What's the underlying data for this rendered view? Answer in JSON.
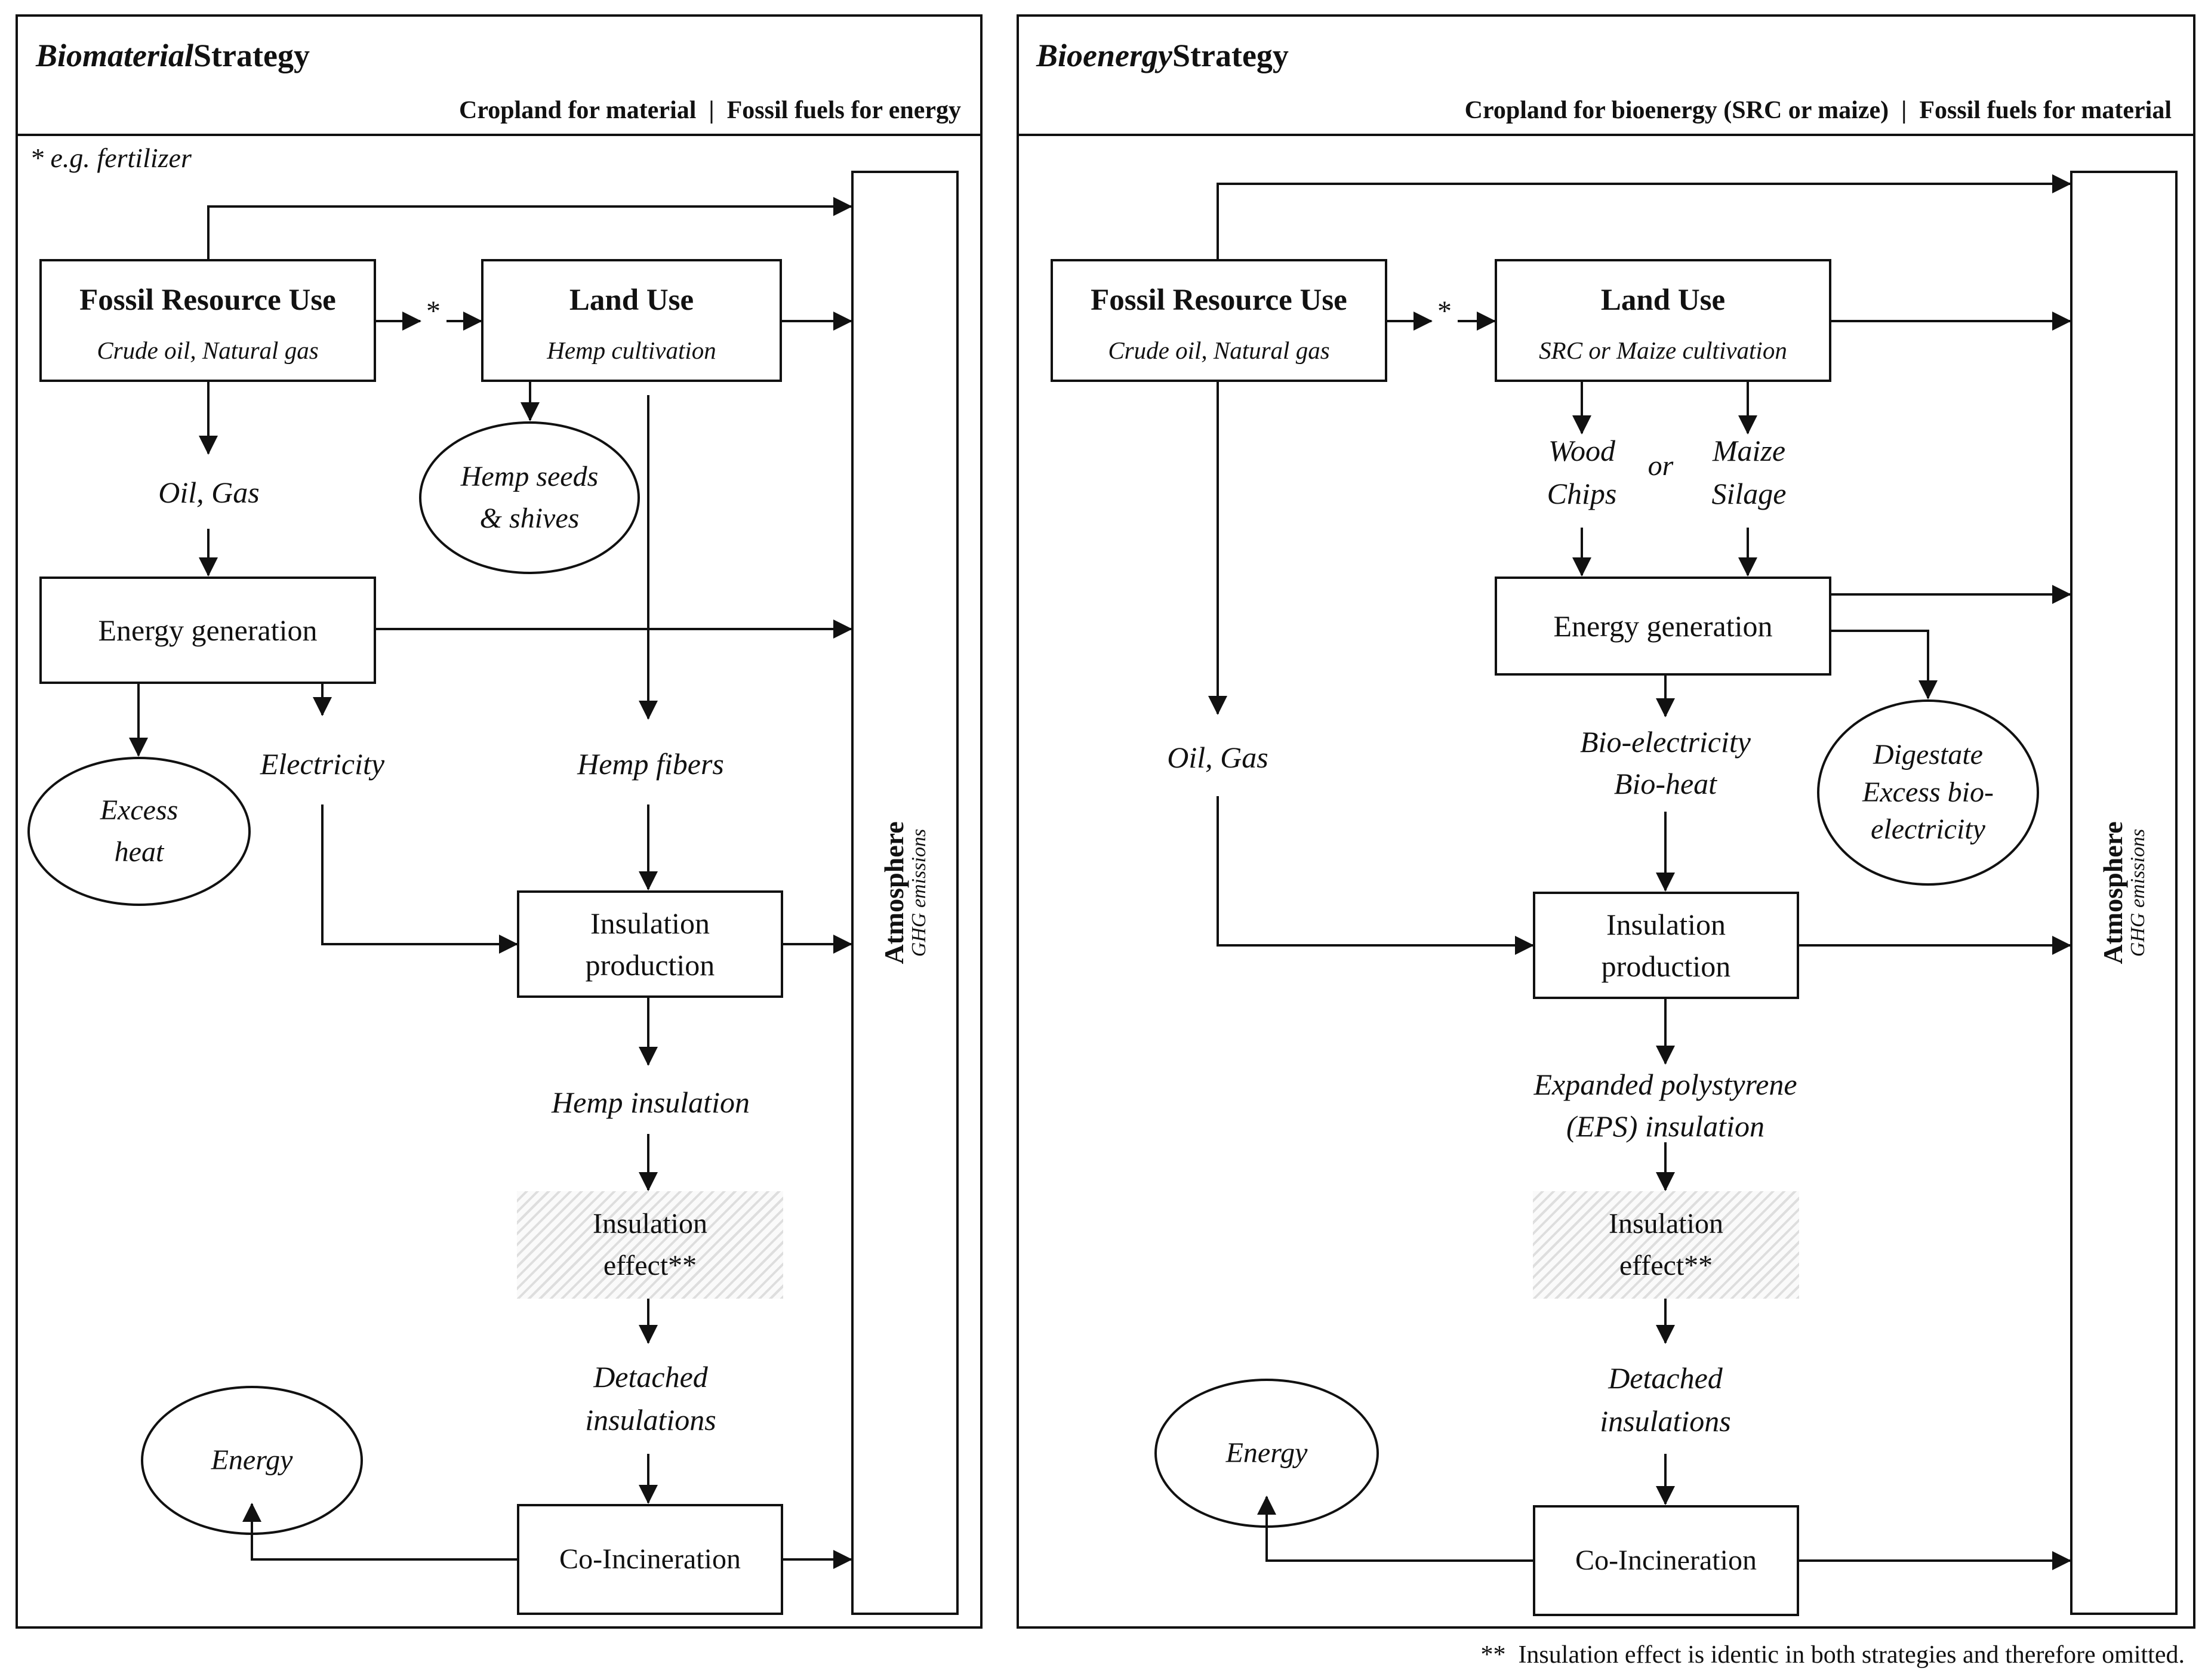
{
  "left": {
    "title_em": "Biomaterial",
    "title_rest": " Strategy",
    "subtitle": "Cropland for material  |  Fossil fuels for energy",
    "note": "* e.g. fertilizer",
    "fossil": {
      "title": "Fossil Resource Use",
      "sub": "Crude oil, Natural gas"
    },
    "star": "*",
    "land": {
      "title": "Land Use",
      "sub": "Hemp cultivation"
    },
    "oil_gas": "Oil, Gas",
    "hemp_seeds": "Hemp seeds\n& shives",
    "energy_gen": "Energy generation",
    "electricity": "Electricity",
    "hemp_fibers": "Hemp fibers",
    "excess_heat": "Excess\nheat",
    "insul_prod": "Insulation\nproduction",
    "hemp_insulation": "Hemp insulation",
    "insul_effect": "Insulation\neffect**",
    "detached": "Detached\ninsulations",
    "energy": "Energy",
    "coinc": "Co-Incineration",
    "atm_title": "Atmosphere",
    "atm_sub": "GHG emissions"
  },
  "right": {
    "title_em": "Bioenergy",
    "title_rest": " Strategy",
    "subtitle": "Cropland for bioenergy (SRC or maize)  |  Fossil fuels for material",
    "fossil": {
      "title": "Fossil Resource Use",
      "sub": "Crude oil, Natural gas"
    },
    "star": "*",
    "land": {
      "title": "Land Use",
      "sub": "SRC or Maize cultivation"
    },
    "wood_chips": "Wood\nChips",
    "or": "or",
    "maize_silage": "Maize\nSilage",
    "energy_gen": "Energy generation",
    "bio_elec": "Bio-electricity\nBio-heat",
    "digestate": "Digestate\nExcess bio-\nelectricity",
    "oil_gas": "Oil, Gas",
    "insul_prod": "Insulation\nproduction",
    "eps": "Expanded polystyrene\n(EPS) insulation",
    "insul_effect": "Insulation\neffect**",
    "detached": "Detached\ninsulations",
    "energy": "Energy",
    "coinc": "Co-Incineration",
    "atm_title": "Atmosphere",
    "atm_sub": "GHG emissions"
  },
  "footnote": "**  Insulation effect is identic in both strategies and therefore omitted."
}
